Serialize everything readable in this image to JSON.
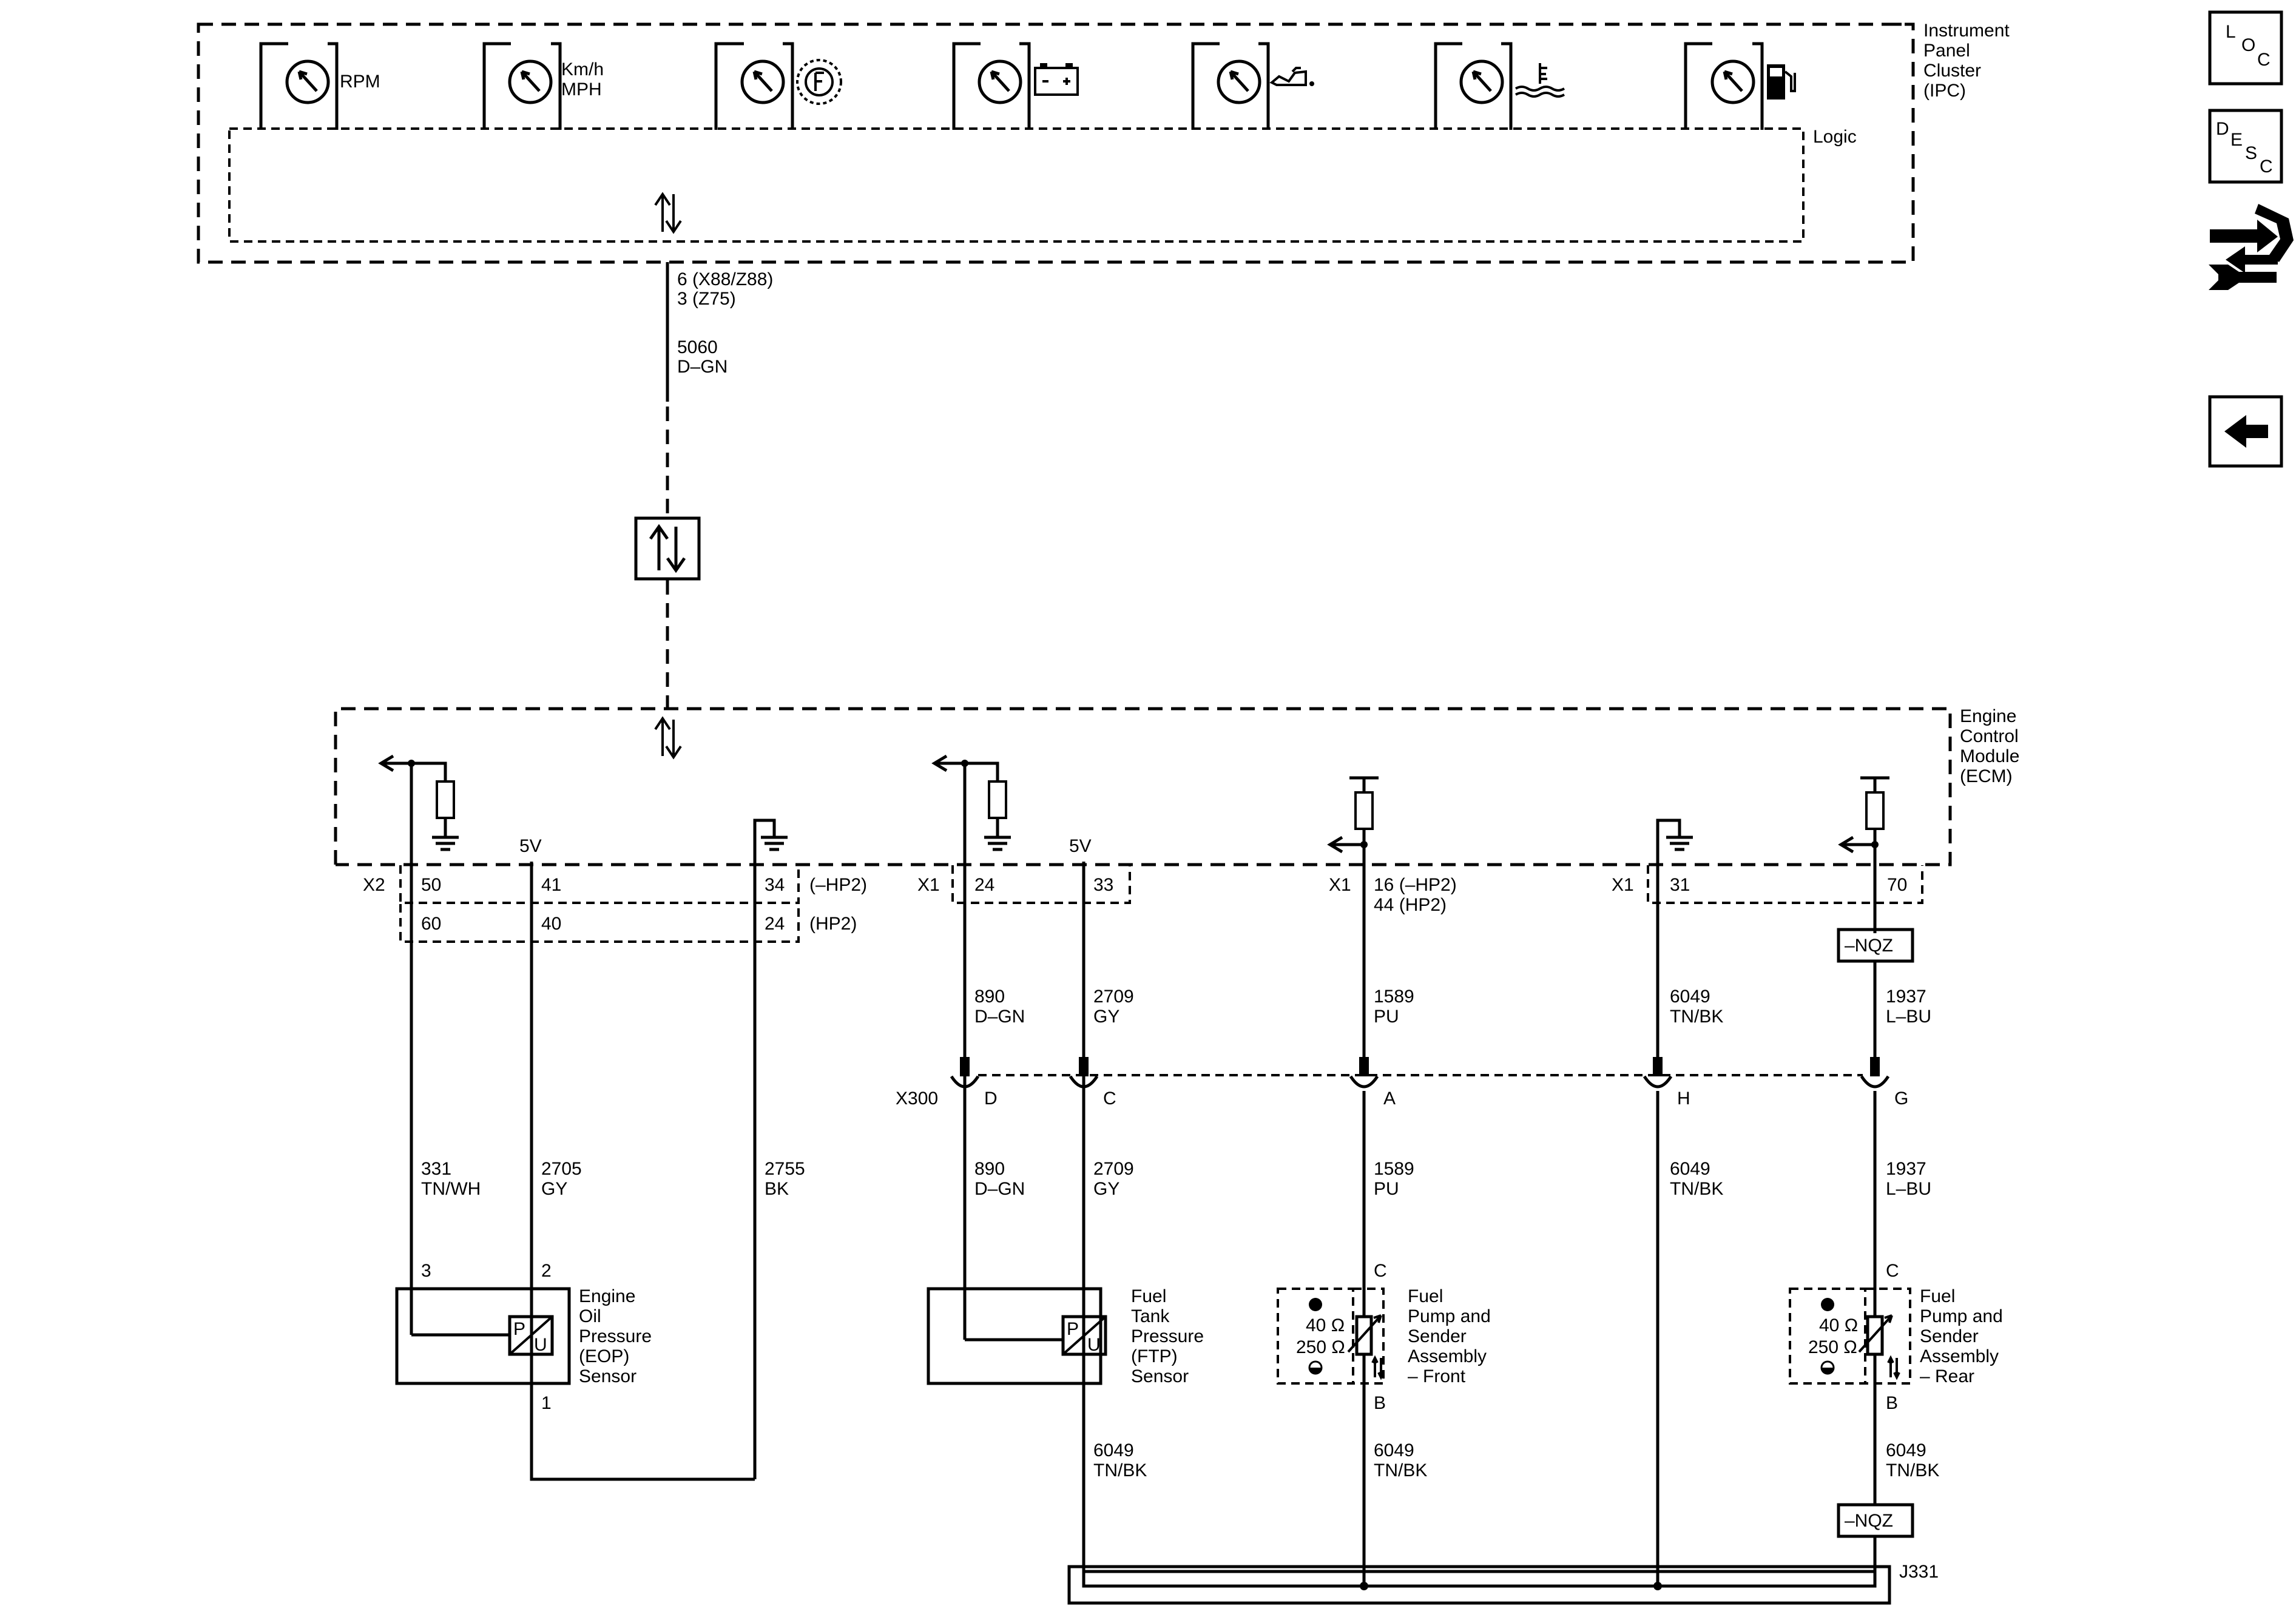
{
  "ipc": {
    "title": "Instrument Panel Cluster (IPC)",
    "title_lines": [
      "Instrument",
      "Panel",
      "Cluster",
      "(IPC)"
    ],
    "logic_label": "Logic",
    "gauges": [
      {
        "icon": "tachometer-gauge-icon",
        "lines": [
          "RPM"
        ]
      },
      {
        "icon": "speedometer-gauge-icon",
        "lines": [
          "Km/h",
          "MPH"
        ]
      },
      {
        "icon": "transmission-temp-gauge-icon",
        "lines": []
      },
      {
        "icon": "battery-gauge-icon",
        "lines": []
      },
      {
        "icon": "oil-pressure-gauge-icon",
        "lines": []
      },
      {
        "icon": "coolant-temp-gauge-icon",
        "lines": []
      },
      {
        "icon": "fuel-gauge-icon",
        "lines": []
      }
    ],
    "serial_pin": [
      "6 (X88/Z88)",
      "3 (Z75)"
    ],
    "serial_wire": [
      "5060",
      "D–GN"
    ]
  },
  "ecm": {
    "title": "Engine Control Module (ECM)",
    "title_lines": [
      "Engine",
      "Control",
      "Module",
      "(ECM)"
    ],
    "voltage_label": "5V",
    "x2": {
      "connector": "X2",
      "row1": [
        "50",
        "41",
        "34",
        "(–HP2)"
      ],
      "row2": [
        "60",
        "40",
        "24",
        "(HP2)"
      ]
    },
    "x1_ftp": {
      "connector": "X1",
      "pins": [
        "24",
        "33"
      ]
    },
    "x1_front": {
      "connector": "X1",
      "pins": [
        "16 (–HP2)",
        "44 (HP2)"
      ]
    },
    "x1_ground": {
      "connector": "X1",
      "pins": [
        "31"
      ]
    },
    "rear_pin": "70"
  },
  "eop_circuits": [
    {
      "circuit": "331",
      "color": "TN/WH",
      "sensor_pin": "3"
    },
    {
      "circuit": "2705",
      "color": "GY",
      "sensor_pin": "2"
    },
    {
      "circuit": "2755",
      "color": "BK",
      "sensor_pin": "1"
    }
  ],
  "inline_x300": {
    "connector": "X300",
    "columns": [
      {
        "pin": "D",
        "upper": [
          "890",
          "D–GN"
        ],
        "lower": [
          "890",
          "D–GN"
        ]
      },
      {
        "pin": "C",
        "upper": [
          "2709",
          "GY"
        ],
        "lower": [
          "2709",
          "GY"
        ]
      },
      {
        "pin": "A",
        "upper": [
          "1589",
          "PU"
        ],
        "lower": [
          "1589",
          "PU"
        ]
      },
      {
        "pin": "H",
        "upper": [
          "6049",
          "TN/BK"
        ],
        "lower": [
          "6049",
          "TN/BK"
        ]
      },
      {
        "pin": "G",
        "upper": [
          "1937",
          "L–BU"
        ],
        "lower": [
          "1937",
          "L–BU"
        ]
      }
    ]
  },
  "nqz_label": "–NQZ",
  "components": {
    "eop_sensor": [
      "Engine",
      "Oil",
      "Pressure",
      "(EOP)",
      "Sensor"
    ],
    "ftp_sensor": [
      "Fuel",
      "Tank",
      "Pressure",
      "(FTP)",
      "Sensor"
    ],
    "fuel_pump_front": [
      "Fuel",
      "Pump and",
      "Sender",
      "Assembly",
      "– Front"
    ],
    "fuel_pump_rear": [
      "Fuel",
      "Pump and",
      "Sender",
      "Assembly",
      "– Rear"
    ],
    "sensor_p": "P",
    "sensor_u": "U",
    "resist_40": "40 Ω",
    "resist_250": "250 Ω",
    "pump_pin_c": "C",
    "pump_pin_b": "B"
  },
  "lower_wires": {
    "ftp_ground": [
      "6049",
      "TN/BK"
    ],
    "front_ground": [
      "6049",
      "TN/BK"
    ],
    "rear_ground": [
      "6049",
      "TN/BK"
    ]
  },
  "splice": "J331",
  "nav": {
    "loc": {
      "letters": [
        "L",
        "O",
        "C"
      ]
    },
    "desc": {
      "letters": [
        "D",
        "E",
        "S",
        "C"
      ]
    },
    "swap_icon": "swap-arrows-wrench-icon",
    "back_icon": "back-arrow-icon"
  }
}
